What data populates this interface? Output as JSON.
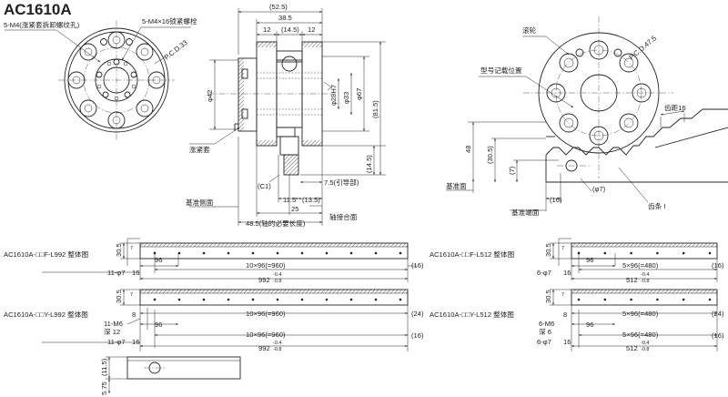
{
  "title": "AC1610A",
  "front_view": {
    "bolt_note_1": "5-M4(涨紧套拆卸螺纹孔)",
    "bolt_note_2": "5-M4×16锁紧螺栓",
    "pcd": "P.C.D.33"
  },
  "side_view": {
    "dim_overall": "(52.5)",
    "dim_38_5": "38.5",
    "dim_12_left": "12",
    "dim_14_5": "(14.5)",
    "dim_12_right": "12",
    "dia_42": "φ42",
    "dia_28h7": "φ28H7",
    "dia_33": "φ33",
    "dia_67": "φ67",
    "dim_81_5": "(81.5)",
    "dim_14_5_v": "(14.5)",
    "dim_7_5": "7.5(引导部)",
    "chamfer": "(C1)",
    "dim_11_5": "11.5",
    "dim_13_5": "(13.5)",
    "dim_25": "25",
    "dim_48_5": "48.5(轴的必要长度)",
    "label_taper_sleeve": "涨紧套",
    "label_datum_side": "基准侧面",
    "label_shaft_face": "轴接合面"
  },
  "rack_view": {
    "label_roller": "滚轮",
    "label_model_pos": "型号记载位置",
    "pcd": "P.C.D.47.5",
    "label_pitch": "齿距16",
    "dim_48": "48",
    "dim_30_5": "(30.5)",
    "dim_7": "(7)",
    "dia_7": "(φ7)",
    "dim_16": "(16)",
    "label_datum_plane": "基准面",
    "label_datum_end": "基准端面",
    "label_rack": "齿条 I"
  },
  "racks": [
    {
      "title": "AC1610A-□□F-L992 整体图",
      "holes": 11,
      "pitch_label": "10×96(=960)",
      "start_dim": "96",
      "total_label": "992",
      "tol_upper": "-0.4",
      "tol_lower": "-0.8",
      "end_dim": "(16)",
      "left_dim": "16",
      "height": "30.5",
      "top": "7",
      "hole_note": "11-φ7"
    },
    {
      "title": "AC1610A-□□F-L512 整体图",
      "holes": 6,
      "pitch_label": "5×96(=480)",
      "start_dim": "96",
      "total_label": "512",
      "tol_upper": "-0.4",
      "tol_lower": "-0.8",
      "end_dim": "(16)",
      "left_dim": "16",
      "height": "30.5",
      "top": "7",
      "hole_note": "6-φ7"
    },
    {
      "title": "AC1610A-□□Y-L992 整体图",
      "holes": 11,
      "pitch_label": "10×96(=960)",
      "pitch_label_2": "10×96(=960)",
      "start_dim": "96",
      "start_dim_2": "96",
      "total_label": "992",
      "tol_upper": "-0.4",
      "tol_lower": "-0.8",
      "end_dim": "(16)",
      "end_dim_2": "(24)",
      "left_dim": "16",
      "left_dim_2": "8",
      "height": "30.5",
      "top": "7",
      "tap_note": "11-M6",
      "tap_depth": "深 12",
      "hole_note": "11-φ7"
    },
    {
      "title": "AC1610A-□□Y-L512 整体图",
      "holes": 6,
      "pitch_label": "5×96(=480)",
      "pitch_label_2": "5×96(=480)",
      "start_dim": "96",
      "start_dim_2": "96",
      "total_label": "512",
      "tol_upper": "-0.4",
      "tol_lower": "-0.8",
      "end_dim": "(16)",
      "end_dim_2": "(24)",
      "left_dim": "16",
      "left_dim_2": "8",
      "height": "30.5",
      "top": "7",
      "tap_note": "6-M6",
      "tap_depth": "深 6",
      "hole_note": "6-φ7"
    }
  ],
  "detail": {
    "dim_11_5": "(11.5)",
    "dim_5_75": "5.75"
  }
}
